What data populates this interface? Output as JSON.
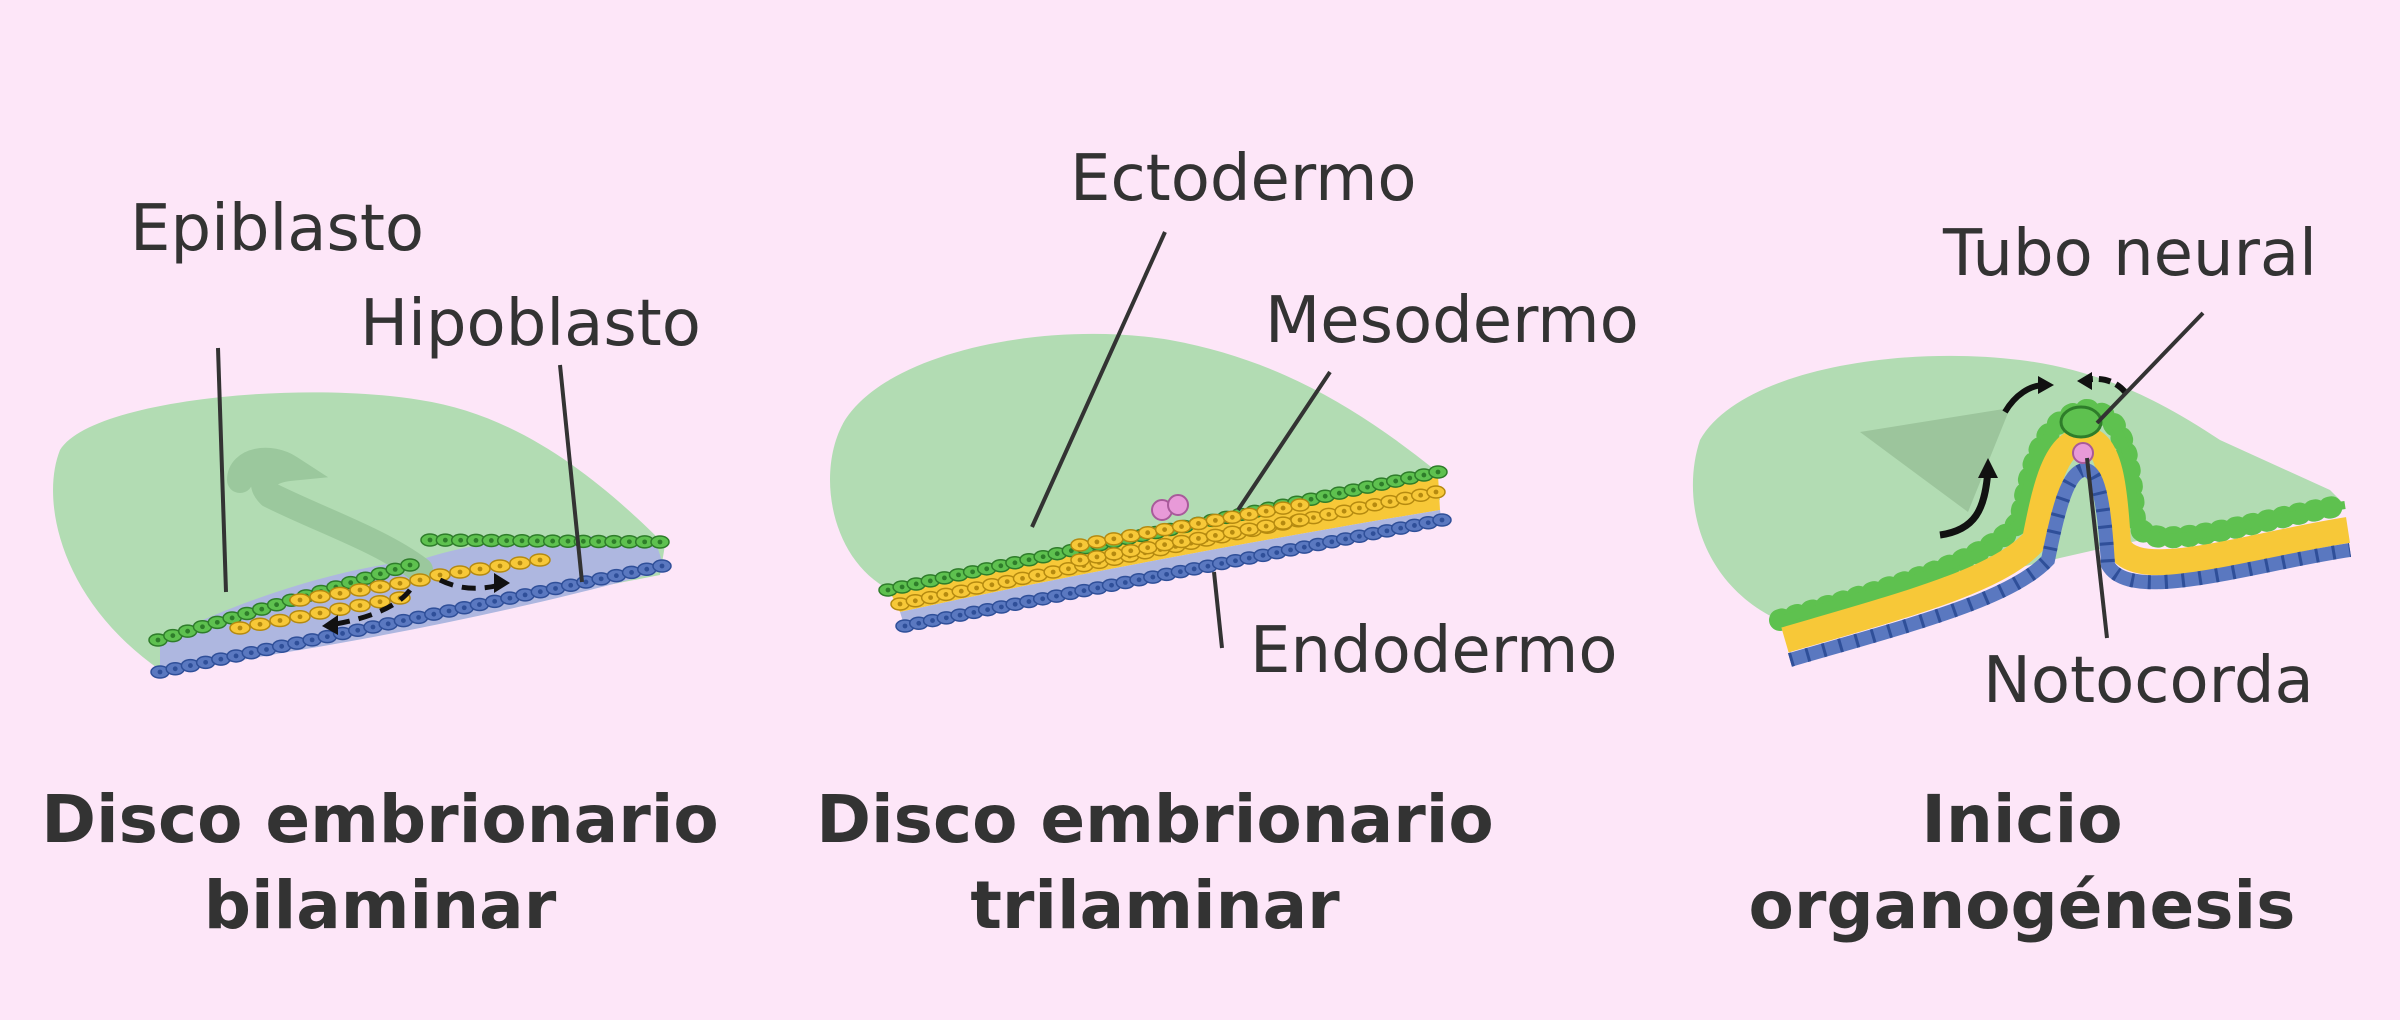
{
  "colors": {
    "background": "#fde6f8",
    "disc_green": "#b2dcb3",
    "ectoderm_green": "#5ec14f",
    "mesoderm_yellow": "#f7c838",
    "endoderm_blue": "#5a78c0",
    "cavity_lavender": "#aeb7e0",
    "notochord_pink": "#e89ad8",
    "text": "#333333"
  },
  "panels": [
    {
      "caption": [
        "Disco embrionario",
        "bilaminar"
      ],
      "labels": [
        "Epiblasto",
        "Hipoblasto"
      ]
    },
    {
      "caption": [
        "Disco embrionario",
        "trilaminar"
      ],
      "labels": [
        "Ectodermo",
        "Mesodermo",
        "Endodermo"
      ]
    },
    {
      "caption": [
        "Inicio",
        "organogénesis"
      ],
      "labels": [
        "Tubo neural",
        "Notocorda"
      ]
    }
  ]
}
